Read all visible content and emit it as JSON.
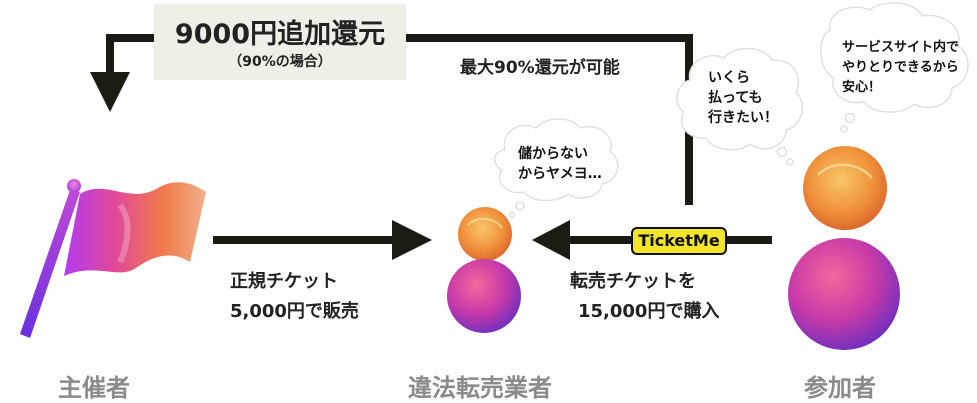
{
  "refund": {
    "title": "9000円追加還元",
    "subtitle": "（90%の場合）"
  },
  "max_refund_label": "最大90%還元が可能",
  "flows": {
    "organizer_to_scalper": {
      "line1": "正規チケット",
      "line2": "5,000円で販売"
    },
    "participant_to_scalper": {
      "line1": "転売チケットを",
      "line2": "15,000円で購入"
    }
  },
  "ticket_badge": "TicketMe",
  "bubbles": {
    "scalper": {
      "line1": "儲からない",
      "line2": "からヤメヨ…"
    },
    "participant_price": {
      "line1": "いくら",
      "line2": "払っても",
      "line3": "行きたい！"
    },
    "participant_safe": {
      "line1": "サービスサイト内で",
      "line2": "やりとりできるから",
      "line3": "安心！"
    }
  },
  "roles": {
    "organizer": "主催者",
    "scalper": "違法転売業者",
    "participant": "参加者"
  },
  "colors": {
    "arrow": "#1a1c14",
    "refund_box": "#eef0e8",
    "badge": "#f2e52a",
    "role_text": "#8a8a8a"
  }
}
